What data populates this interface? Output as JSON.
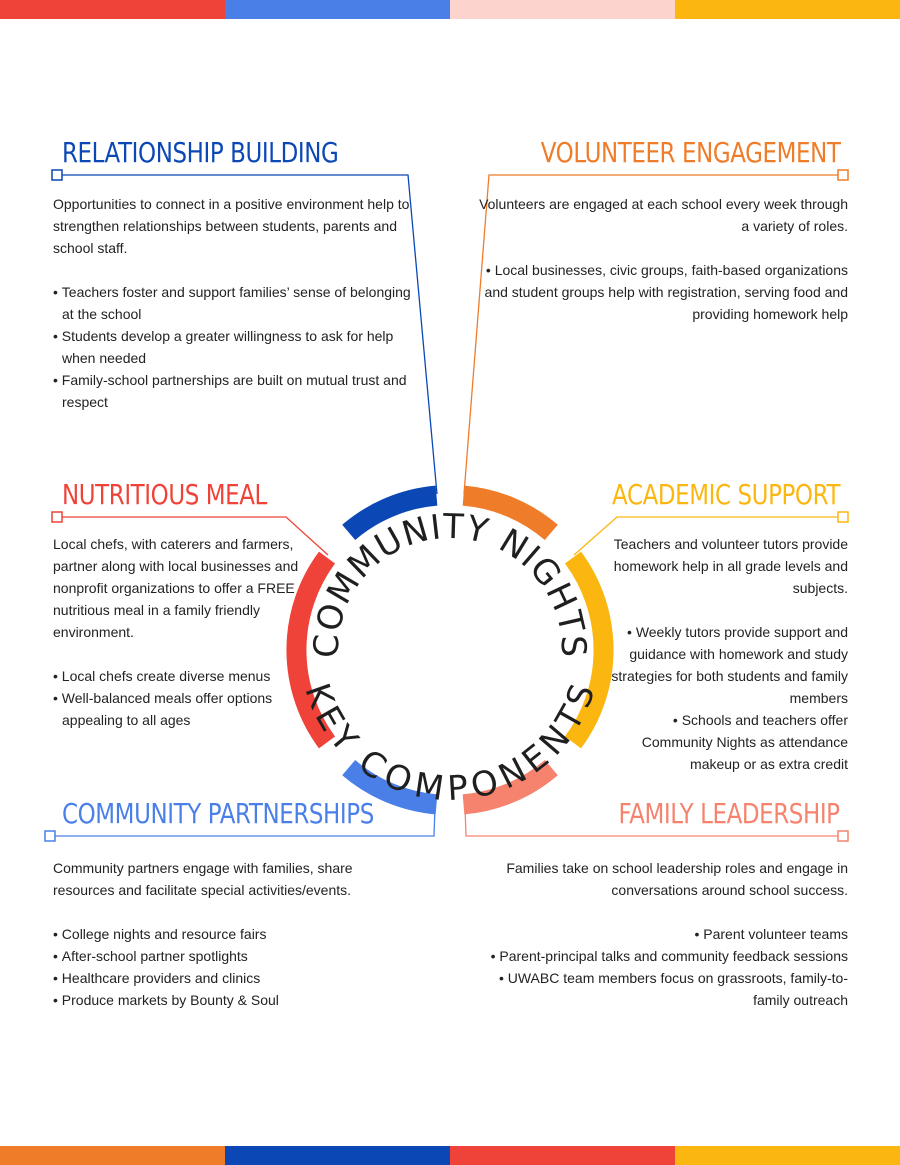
{
  "colors": {
    "red": "#ef4238",
    "navy": "#0b47b5",
    "blue": "#4b7fe8",
    "orange": "#ef7c28",
    "yellow": "#fbb710",
    "salmon": "#f5836e",
    "pink": "#fcd3cd"
  },
  "center": {
    "line1": "COMMUNITY NIGHTS",
    "line2": "KEY COMPONENTS"
  },
  "sections": {
    "relationship_building": {
      "title": "RELATIONSHIP BUILDING",
      "intro": "Opportunities to connect in a positive environment help to strengthen relationships between students, parents and school staff.",
      "bullets": [
        "Teachers foster and support families’ sense of belonging at the school",
        "Students develop a greater willingness to ask for help when needed",
        "Family-school partnerships are built on mutual trust and respect"
      ]
    },
    "volunteer_engagement": {
      "title": "VOLUNTEER ENGAGEMENT",
      "intro": "Volunteers are engaged at each school every week through a variety of roles.",
      "bullets": [
        "Local businesses, civic groups, faith-based organizations and student groups help with registration, serving food and providing homework help"
      ]
    },
    "nutritious_meal": {
      "title": "NUTRITIOUS MEAL",
      "intro": "Local chefs, with caterers and farmers, partner along with local businesses and nonprofit organizations to offer a FREE nutritious meal in a family friendly environment.",
      "bullets": [
        "Local chefs create diverse menus",
        "Well-balanced meals offer options appealing to all ages"
      ]
    },
    "academic_support": {
      "title": "ACADEMIC SUPPORT",
      "intro": "Teachers and volunteer tutors provide homework help in all grade levels and subjects.",
      "bullets": [
        "Weekly tutors provide support and guidance with homework and study strategies for both students and family members",
        "Schools and teachers offer Community Nights as attendance makeup or as extra credit"
      ]
    },
    "community_partnerships": {
      "title": "COMMUNITY PARTNERSHIPS",
      "intro": "Community partners engage with families, share resources and facilitate special activities/events.",
      "bullets": [
        "College nights and resource fairs",
        "After-school partner spotlights",
        "Healthcare providers and clinics",
        "Produce markets by Bounty & Soul"
      ]
    },
    "family_leadership": {
      "title": "FAMILY LEADERSHIP",
      "intro": "Families take on school leadership roles and engage in conversations around school success.",
      "bullets": [
        "Parent volunteer teams",
        "Parent-principal talks and community feedback sessions",
        "UWABC team members focus on grassroots, family-to-family outreach"
      ]
    }
  }
}
